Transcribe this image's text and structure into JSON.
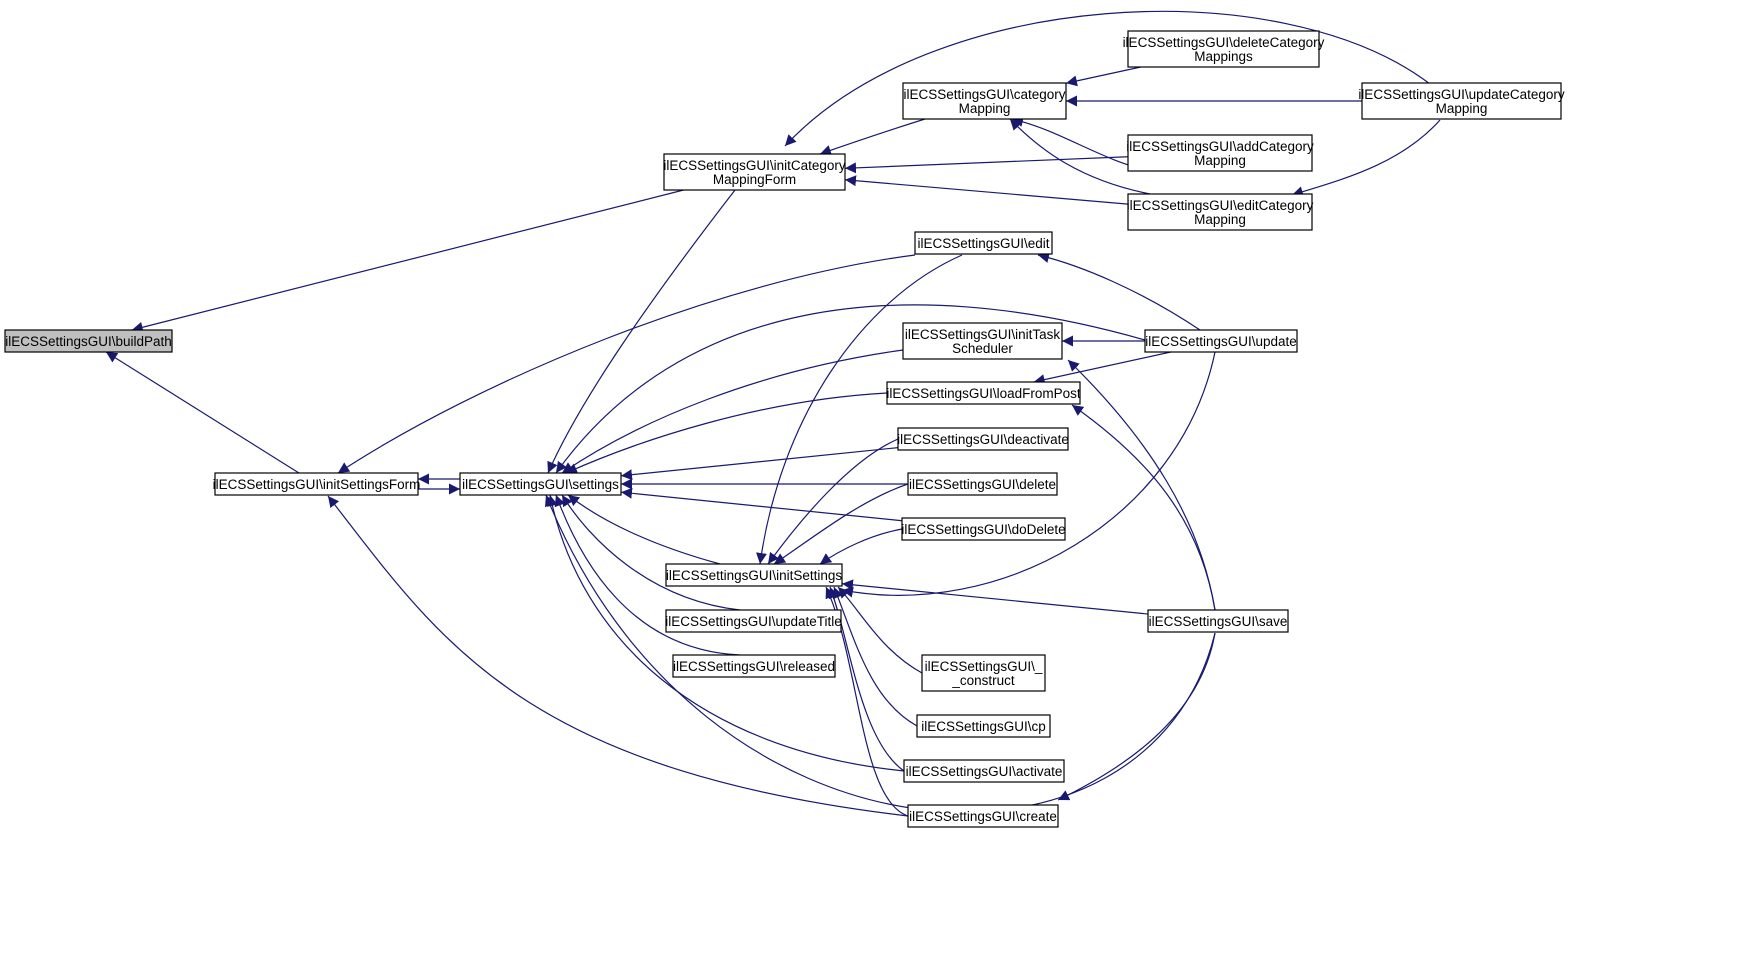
{
  "graph": {
    "edge_color": "#191970",
    "root_fill": "#bfbfbf",
    "nodes": [
      {
        "id": "buildPath",
        "lines": [
          "ilECSSettingsGUI\\buildPath"
        ],
        "root": true
      },
      {
        "id": "initCategoryMappingForm",
        "lines": [
          "ilECSSettingsGUI\\initCategory",
          "MappingForm"
        ]
      },
      {
        "id": "initSettingsForm",
        "lines": [
          "ilECSSettingsGUI\\initSettingsForm"
        ]
      },
      {
        "id": "settings",
        "lines": [
          "ilECSSettingsGUI\\settings"
        ]
      },
      {
        "id": "categoryMapping",
        "lines": [
          "ilECSSettingsGUI\\category",
          "Mapping"
        ]
      },
      {
        "id": "deleteCategoryMappings",
        "lines": [
          "ilECSSettingsGUI\\deleteCategory",
          "Mappings"
        ]
      },
      {
        "id": "addCategoryMapping",
        "lines": [
          "ilECSSettingsGUI\\addCategory",
          "Mapping"
        ]
      },
      {
        "id": "editCategoryMapping",
        "lines": [
          "ilECSSettingsGUI\\editCategory",
          "Mapping"
        ]
      },
      {
        "id": "updateCategoryMapping",
        "lines": [
          "ilECSSettingsGUI\\updateCategory",
          "Mapping"
        ]
      },
      {
        "id": "edit",
        "lines": [
          "ilECSSettingsGUI\\edit"
        ]
      },
      {
        "id": "initTaskScheduler",
        "lines": [
          "ilECSSettingsGUI\\initTask",
          "Scheduler"
        ]
      },
      {
        "id": "update",
        "lines": [
          "ilECSSettingsGUI\\update"
        ]
      },
      {
        "id": "loadFromPost",
        "lines": [
          "ilECSSettingsGUI\\loadFromPost"
        ]
      },
      {
        "id": "deactivate",
        "lines": [
          "ilECSSettingsGUI\\deactivate"
        ]
      },
      {
        "id": "delete",
        "lines": [
          "ilECSSettingsGUI\\delete"
        ]
      },
      {
        "id": "doDelete",
        "lines": [
          "ilECSSettingsGUI\\doDelete"
        ]
      },
      {
        "id": "initSettings",
        "lines": [
          "ilECSSettingsGUI\\initSettings"
        ]
      },
      {
        "id": "save",
        "lines": [
          "ilECSSettingsGUI\\save"
        ]
      },
      {
        "id": "updateTitle",
        "lines": [
          "ilECSSettingsGUI\\updateTitle"
        ]
      },
      {
        "id": "released",
        "lines": [
          "ilECSSettingsGUI\\released"
        ]
      },
      {
        "id": "construct",
        "lines": [
          "ilECSSettingsGUI\\_",
          "_construct"
        ]
      },
      {
        "id": "cp",
        "lines": [
          "ilECSSettingsGUI\\cp"
        ]
      },
      {
        "id": "activate",
        "lines": [
          "ilECSSettingsGUI\\activate"
        ]
      },
      {
        "id": "create",
        "lines": [
          "ilECSSettingsGUI\\create"
        ]
      }
    ],
    "edges": [
      {
        "from": "initCategoryMappingForm",
        "to": "buildPath"
      },
      {
        "from": "initSettingsForm",
        "to": "buildPath"
      },
      {
        "from": "categoryMapping",
        "to": "initCategoryMappingForm"
      },
      {
        "from": "addCategoryMapping",
        "to": "initCategoryMappingForm"
      },
      {
        "from": "editCategoryMapping",
        "to": "initCategoryMappingForm"
      },
      {
        "from": "updateCategoryMapping",
        "to": "initCategoryMappingForm"
      },
      {
        "from": "deleteCategoryMappings",
        "to": "categoryMapping"
      },
      {
        "from": "updateCategoryMapping",
        "to": "categoryMapping"
      },
      {
        "from": "addCategoryMapping",
        "to": "categoryMapping"
      },
      {
        "from": "editCategoryMapping",
        "to": "categoryMapping"
      },
      {
        "from": "updateCategoryMapping",
        "to": "editCategoryMapping"
      },
      {
        "from": "settings",
        "to": "initSettingsForm"
      },
      {
        "from": "initSettingsForm",
        "to": "settings"
      },
      {
        "from": "edit",
        "to": "initSettingsForm"
      },
      {
        "from": "create",
        "to": "initSettingsForm"
      },
      {
        "from": "initCategoryMappingForm",
        "to": "settings"
      },
      {
        "from": "update",
        "to": "settings"
      },
      {
        "from": "initTaskScheduler",
        "to": "settings"
      },
      {
        "from": "loadFromPost",
        "to": "settings"
      },
      {
        "from": "deactivate",
        "to": "settings"
      },
      {
        "from": "delete",
        "to": "settings"
      },
      {
        "from": "doDelete",
        "to": "settings"
      },
      {
        "from": "initSettings",
        "to": "settings"
      },
      {
        "from": "updateTitle",
        "to": "settings"
      },
      {
        "from": "released",
        "to": "settings"
      },
      {
        "from": "activate",
        "to": "settings"
      },
      {
        "from": "save",
        "to": "settings"
      },
      {
        "from": "update",
        "to": "edit"
      },
      {
        "from": "update",
        "to": "initTaskScheduler"
      },
      {
        "from": "save",
        "to": "initTaskScheduler"
      },
      {
        "from": "update",
        "to": "loadFromPost"
      },
      {
        "from": "save",
        "to": "loadFromPost"
      },
      {
        "from": "edit",
        "to": "initSettings"
      },
      {
        "from": "deactivate",
        "to": "initSettings"
      },
      {
        "from": "delete",
        "to": "initSettings"
      },
      {
        "from": "doDelete",
        "to": "initSettings"
      },
      {
        "from": "update",
        "to": "initSettings"
      },
      {
        "from": "save",
        "to": "initSettings"
      },
      {
        "from": "construct",
        "to": "initSettings"
      },
      {
        "from": "cp",
        "to": "initSettings"
      },
      {
        "from": "activate",
        "to": "initSettings"
      },
      {
        "from": "create",
        "to": "initSettings"
      },
      {
        "from": "save",
        "to": "create"
      }
    ]
  }
}
